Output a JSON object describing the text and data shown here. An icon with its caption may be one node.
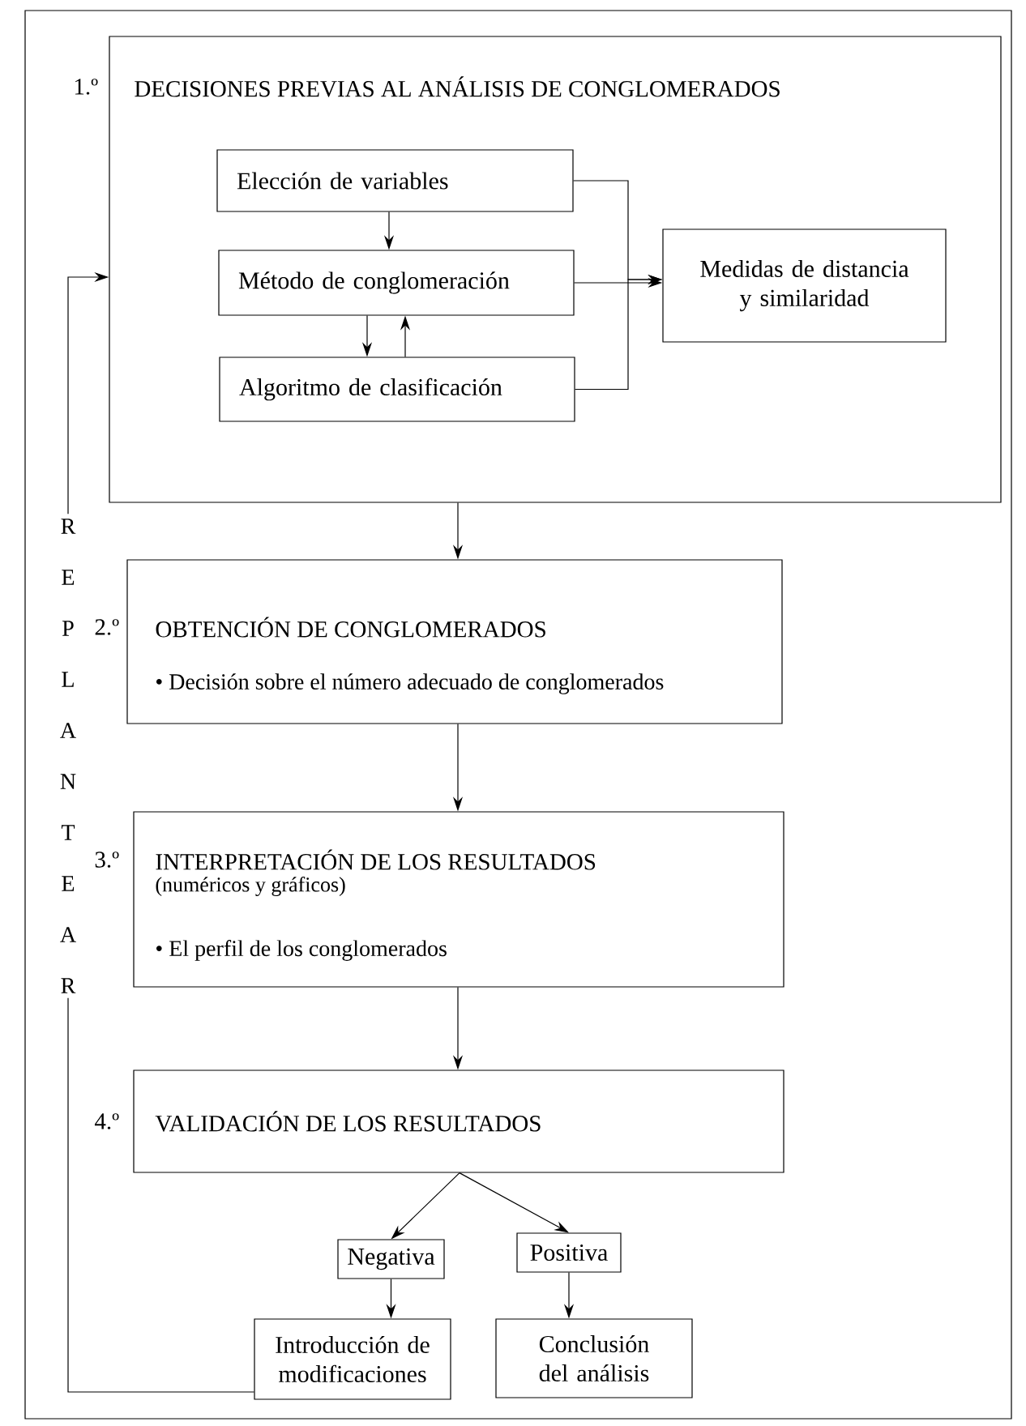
{
  "diagram": {
    "nodes": [
      {
        "text": [
          "DECISIONES PREVIAS AL ANÁLISIS DE CONGLOMERADOS"
        ],
        "beside": [
          "1.º"
        ]
      },
      {
        "text": [
          "Elección de variables"
        ],
        "in": 0
      },
      {
        "text": [
          "Método de conglomeración"
        ],
        "in": 0
      },
      {
        "text": [
          "Algoritmo de clasificación"
        ],
        "in": 0
      },
      {
        "text": [
          "Medidas de distancia y similaridad"
        ],
        "in": 0
      },
      {
        "text": [
          "OBTENCIÓN DE CONGLOMERADOS",
          "• Decisión sobre el número adecuado de conglomerados"
        ],
        "beside": [
          "2.º"
        ]
      },
      {
        "text": [
          "INTERPRETACIÓN DE LOS RESULTADOS",
          "(numéricos y gráficos)",
          "• El perfil de los conglomerados"
        ],
        "beside": [
          "3.º"
        ]
      },
      {
        "text": [
          "VALIDACIÓN DE LOS RESULTADOS"
        ],
        "beside": [
          "4.º"
        ]
      },
      {
        "text": [
          "Negativa"
        ]
      },
      {
        "text": [
          "Positiva"
        ]
      },
      {
        "text": [
          "Introducción de modificaciones"
        ]
      },
      {
        "text": [
          "Conclusión del análisis"
        ]
      }
    ],
    "edges": [
      {
        "from": 1,
        "to": 2,
        "arrow": "to"
      },
      {
        "from": 2,
        "to": 3,
        "arrow": "to"
      },
      {
        "from": 3,
        "to": 2,
        "arrow": "to"
      },
      {
        "from": 1,
        "to": 4,
        "arrow": "to"
      },
      {
        "from": 2,
        "to": 4,
        "arrow": "to"
      },
      {
        "from": 3,
        "to": 4,
        "arrow": "to"
      },
      {
        "from": 0,
        "to": 5,
        "arrow": "to"
      },
      {
        "from": 5,
        "to": 6,
        "arrow": "to"
      },
      {
        "from": 6,
        "to": 7,
        "arrow": "to"
      },
      {
        "from": 7,
        "to": 8,
        "arrow": "to"
      },
      {
        "from": 7,
        "to": 9,
        "arrow": "to"
      },
      {
        "from": 8,
        "to": 10,
        "arrow": "to"
      },
      {
        "from": 9,
        "to": 11,
        "arrow": "to"
      },
      {
        "from": 10,
        "to": 0,
        "arrow": "to",
        "label": "REPLANTEAR"
      }
    ]
  }
}
